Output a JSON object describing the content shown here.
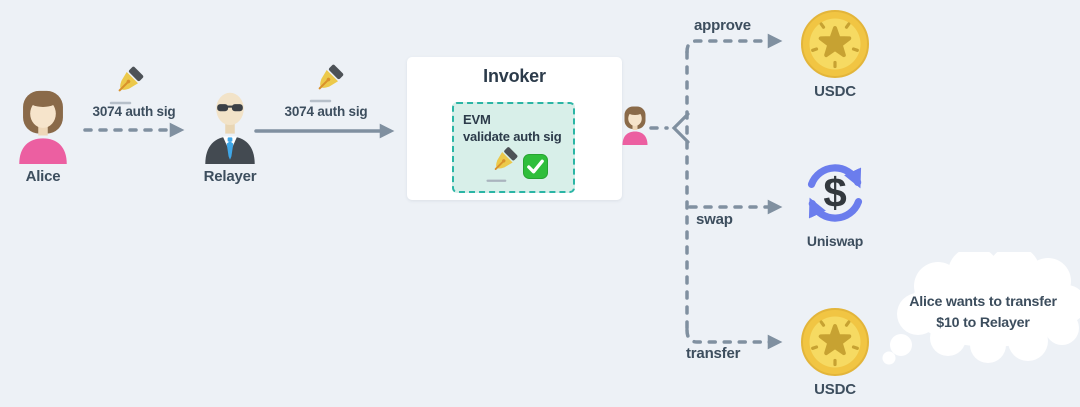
{
  "diagram": {
    "alice": {
      "label": "Alice"
    },
    "relayer": {
      "label": "Relayer"
    },
    "auth_sig_1": "3074 auth sig",
    "auth_sig_2": "3074 auth sig",
    "invoker": {
      "title": "Invoker",
      "evm_label": "EVM",
      "evm_action": "validate auth sig"
    },
    "branches": {
      "approve": {
        "label": "approve",
        "target": "USDC"
      },
      "swap": {
        "label": "swap",
        "target": "Uniswap"
      },
      "transfer": {
        "label": "transfer",
        "target": "USDC"
      }
    },
    "uniswap_symbol": "$",
    "thought": {
      "line1": "Alice wants to transfer",
      "line2": "$10 to Relayer"
    }
  },
  "icons": {
    "pen-icon": "fountain pen nib (signature)",
    "check-icon": "green check button",
    "usdc-coin-icon": "gold coin with star",
    "uniswap-icon": "currency exchange circular arrows with dollar sign",
    "alice-person-icon": "woman with brown bob hair and pink top",
    "relayer-person-icon": "bald man with sunglasses, suit and blue tie",
    "thought-cloud": "thought bubble cloud"
  },
  "colors": {
    "background": "#edf1f6",
    "text": "#3d4e5e",
    "connector": "#8090a0",
    "invoker_bg": "#ffffff",
    "invoker_title": "#2c3b4a",
    "evm_bg": "#d8efe9",
    "evm_border": "#2bb5a5",
    "coin_gold": "#f2c94c",
    "coin_star": "#c7a232",
    "uniswap_blue": "#6b7ded",
    "alice_pink": "#ec5fa1",
    "tie_blue": "#3fa7e8",
    "check_green": "#2fbe3b",
    "cloud": "#ffffff"
  }
}
